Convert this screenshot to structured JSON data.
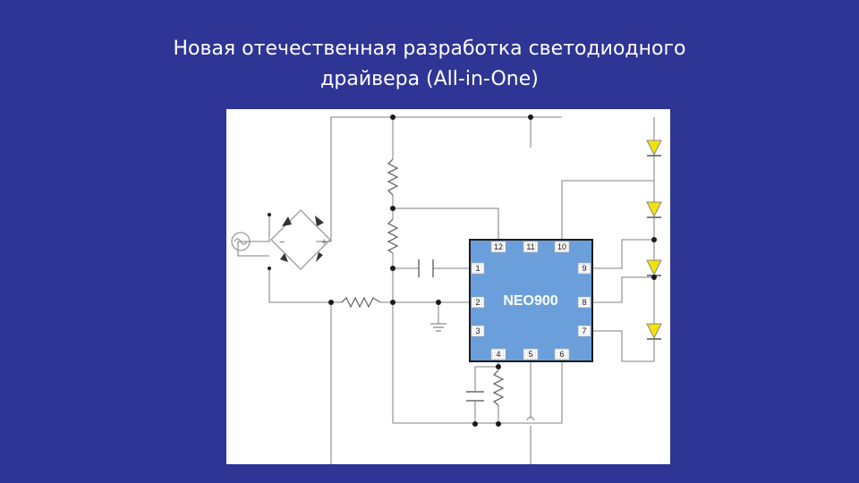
{
  "title": {
    "line1": "Новая отечественная разработка светодиодного",
    "line2": "драйвера (All-in-One)"
  },
  "chip": {
    "name": "NEO900",
    "pins": {
      "p1": "1",
      "p2": "2",
      "p3": "3",
      "p4": "4",
      "p5": "5",
      "p6": "6",
      "p7": "7",
      "p8": "8",
      "p9": "9",
      "p10": "10",
      "p11": "11",
      "p12": "12"
    }
  },
  "colors": {
    "background": "#2f3594",
    "chip_fill": "#6a9fdc",
    "led_fill": "#f2e20a",
    "wire": "#9a9a9a"
  }
}
